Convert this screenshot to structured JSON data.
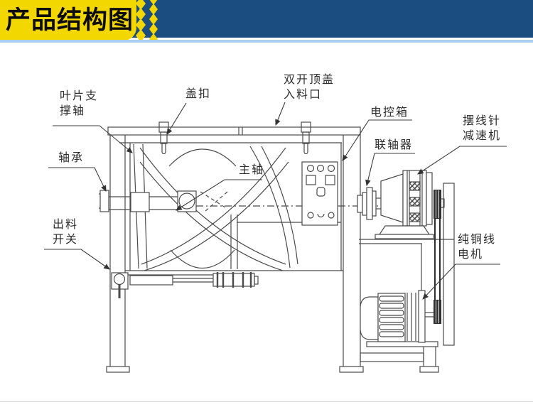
{
  "banner": {
    "title": "产品结构图",
    "colors": {
      "yellow": "#F2D800",
      "navy": "#1C4D80",
      "strip_blue": "#ABCFEC",
      "title_text": "#0D0D0D"
    }
  },
  "diagram": {
    "line_color": "#4B4B4B",
    "label_text_color": "#2E2E2E",
    "belt_color": "#2E2E2E",
    "labels": {
      "blade_support_shaft": {
        "line1": "叶片支",
        "line2": "撑轴"
      },
      "bearing": {
        "line1": "轴承"
      },
      "discharge_switch": {
        "line1": "出料",
        "line2": "开关"
      },
      "cover_clasp": {
        "line1": "盖扣"
      },
      "main_shaft": {
        "line1": "主轴"
      },
      "top_inlet": {
        "line1": "双开顶盖",
        "line2": "入料口"
      },
      "control_box": {
        "line1": "电控箱"
      },
      "coupling": {
        "line1": "联轴器"
      },
      "cycloid_reducer": {
        "line1": "摆线针",
        "line2": "减速机"
      },
      "copper_motor": {
        "line1": "纯铜线",
        "line2": "电机"
      }
    }
  }
}
